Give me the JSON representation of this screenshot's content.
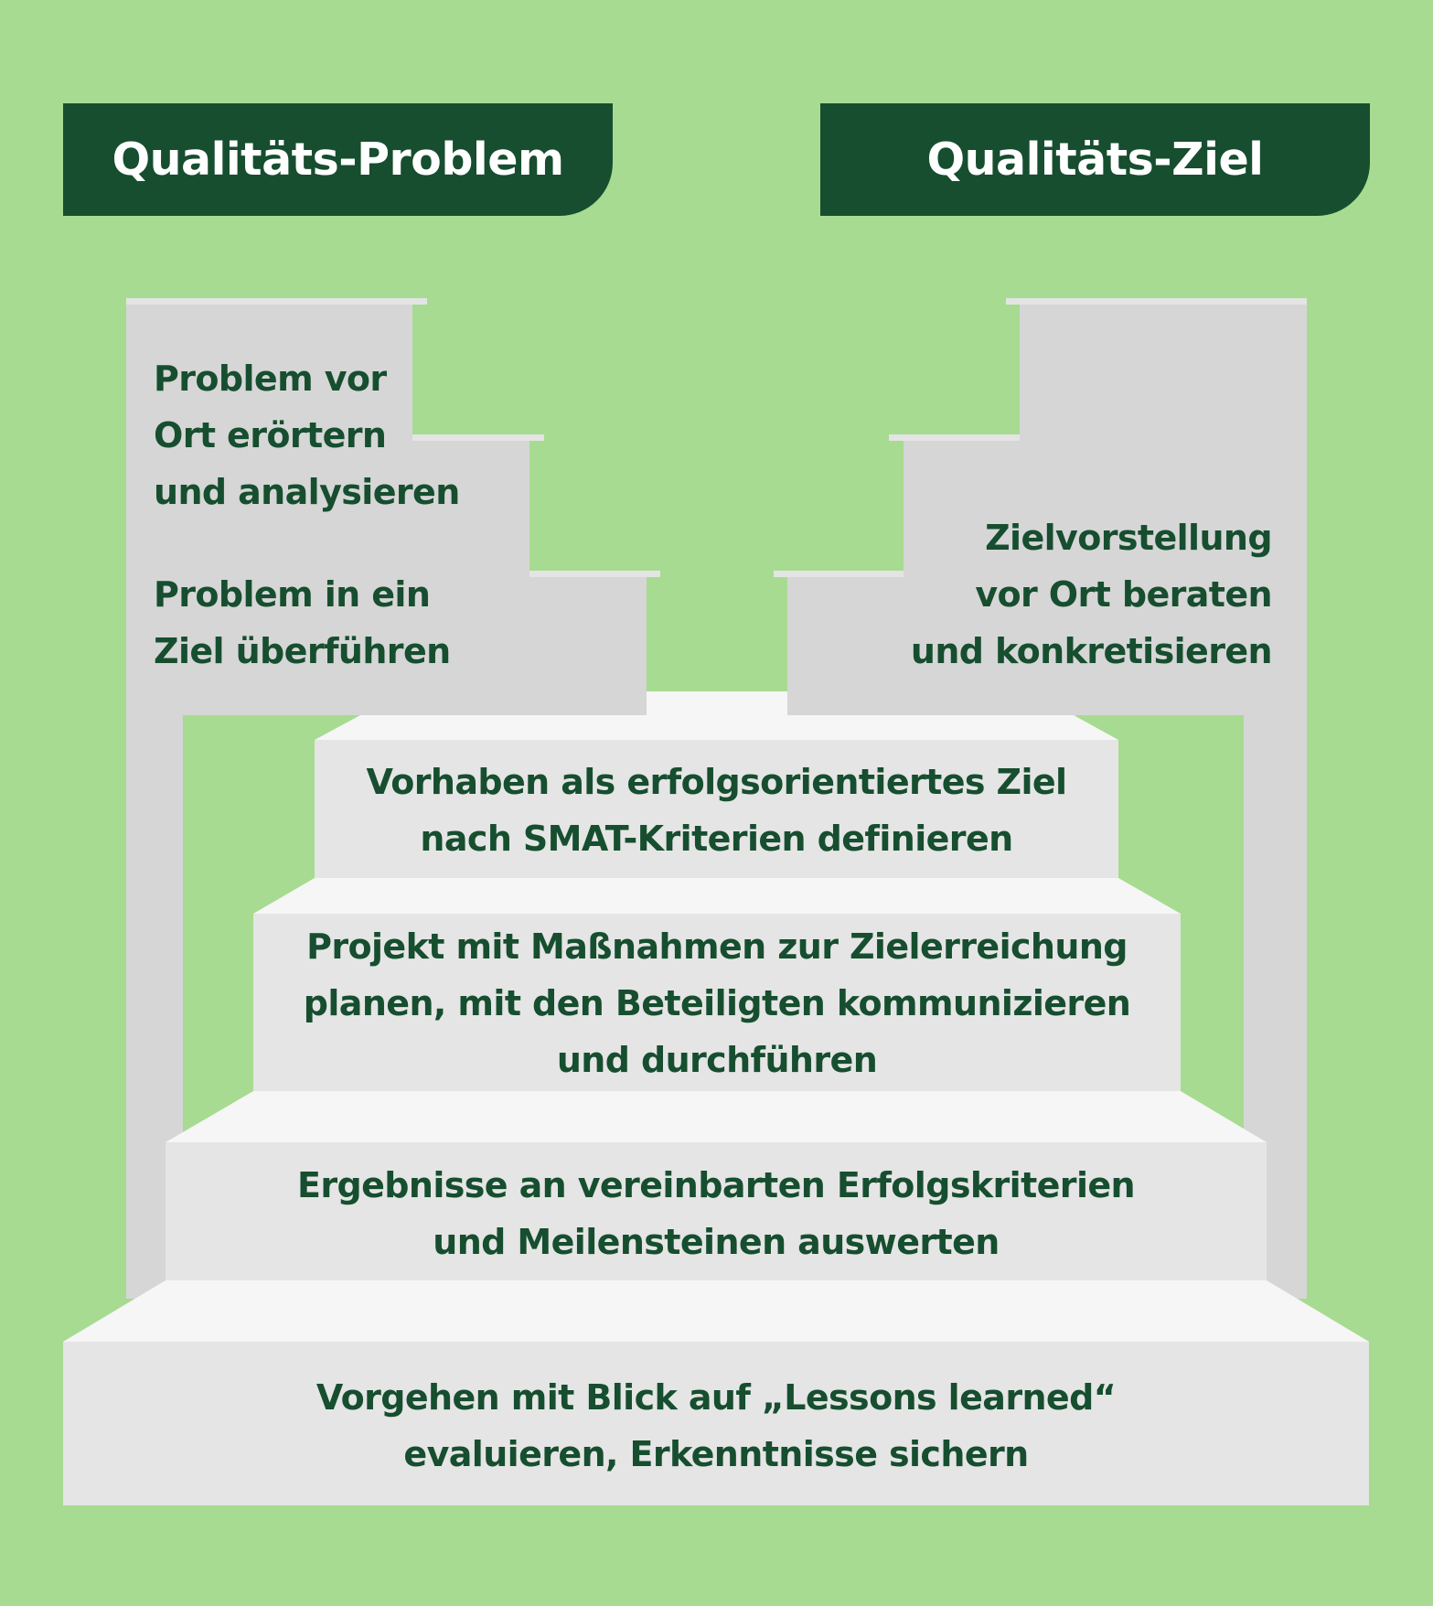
{
  "colors": {
    "background": "#a7db91",
    "dark_green": "#164e2f",
    "wall_gray": "#d6d6d6",
    "cap_gray": "#e4e4e4",
    "step_top": "#f6f6f6",
    "step_front": "#e5e5e5",
    "header_text": "#ffffff"
  },
  "headers": {
    "left": "Qualitäts-Problem",
    "right": "Qualitäts-Ziel"
  },
  "left_wall": {
    "step1": "Problem vor\nOrt erörtern\nund analysieren",
    "step2": "Problem in ein\nZiel überführen"
  },
  "right_wall": {
    "step1": "Zielvorstellung\nvor Ort beraten\nund konkretisieren"
  },
  "stairs": [
    {
      "label": "Vorhaben als erfolgsorientiertes Ziel\nnach SMAT-Kriterien definieren"
    },
    {
      "label": "Projekt mit Maßnahmen zur Zielerreichung\nplanen, mit den Beteiligten kommunizieren\nund durchführen"
    },
    {
      "label": "Ergebnisse an vereinbarten Erfolgskriterien\nund Meilensteinen auswerten"
    },
    {
      "label": "Vorgehen mit Blick auf „Lessons learned“\nevaluieren, Erkenntnisse sichern"
    }
  ]
}
